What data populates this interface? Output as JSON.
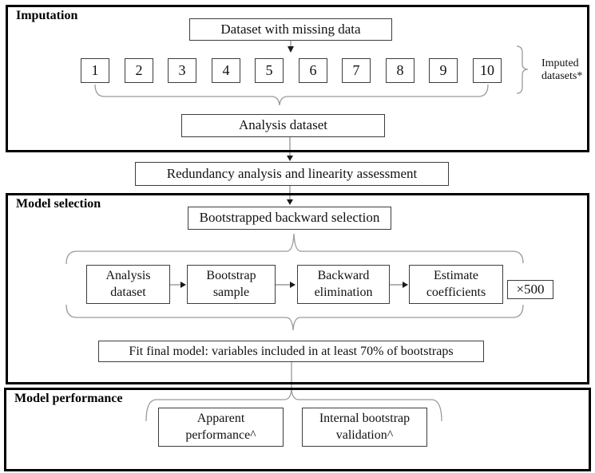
{
  "sections": {
    "imputation_title": "Imputation",
    "model_selection_title": "Model selection",
    "model_performance_title": "Model performance"
  },
  "imputation": {
    "dataset_with_missing": "Dataset with missing data",
    "imputed_numbers": [
      "1",
      "2",
      "3",
      "4",
      "5",
      "6",
      "7",
      "8",
      "9",
      "10"
    ],
    "imputed_label": "Imputed datasets*",
    "analysis_dataset": "Analysis dataset"
  },
  "preprocessing": {
    "redundancy": "Redundancy analysis and linearity assessment"
  },
  "model_selection": {
    "bootstrapped_backward": "Bootstrapped backward selection",
    "loop_steps": [
      "Analysis dataset",
      "Bootstrap sample",
      "Backward elimination",
      "Estimate coefficients"
    ],
    "repeat_count": "×500",
    "fit_final": "Fit final model: variables included in at least 70% of bootstraps"
  },
  "model_performance": {
    "apparent": "Apparent performance^",
    "internal_validation": "Internal bootstrap validation^"
  },
  "colors": {
    "line_gray": "#9a9a9a",
    "arrow_black": "#1a1a1a",
    "border_black": "#000000"
  }
}
